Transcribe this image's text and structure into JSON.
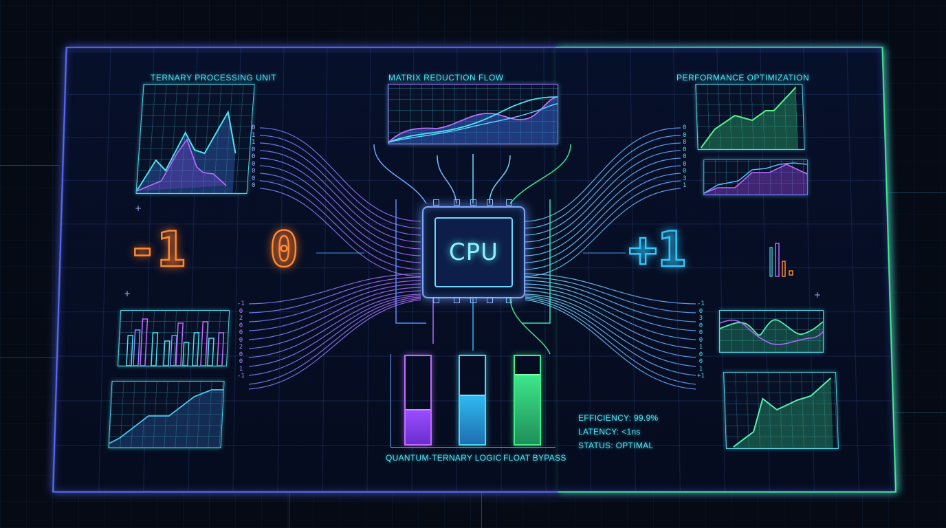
{
  "theme": {
    "background": "#050a14",
    "frame_left": "#5b6cff",
    "frame_right": "#3ef08a",
    "cyan": "#4fe3f0",
    "purple": "#b46cff",
    "orange": "#ff8a30",
    "blue": "#2fc8ff",
    "green": "#3ef08a"
  },
  "panels": {
    "left_title": "TERNARY PROCESSING UNIT",
    "center_title": "MATRIX REDUCTION FLOW",
    "right_title": "PERFORMANCE OPTIMIZATION"
  },
  "ternary_values": {
    "neg": "-1",
    "zero": "0",
    "pos": "+1"
  },
  "cpu": {
    "label": "CPU"
  },
  "digit_columns": {
    "left_top": [
      "0",
      "1",
      "1",
      "0",
      "0",
      "0",
      "0",
      "0",
      "0"
    ],
    "left_bottom": [
      "-1",
      "0",
      "2",
      "0",
      "0",
      "0",
      "2",
      "0",
      "0",
      "1",
      "-1"
    ],
    "right_top": [
      "0",
      "0",
      "8",
      "0",
      "0",
      "0",
      "0",
      "3",
      "1"
    ],
    "right_bottom": [
      "-1",
      "0",
      "3",
      "0",
      "0",
      "0",
      "1",
      "0",
      "0",
      "1",
      "+1"
    ]
  },
  "bars": [
    {
      "label": "QUANTUM-TERNARY LOGIC",
      "fill_pct": 38,
      "color": "#9a4dff"
    },
    {
      "label": "",
      "fill_pct": 55,
      "color": "#2fb8f0"
    },
    {
      "label": "FLOAT BYPASS",
      "fill_pct": 78,
      "color": "#3ee68a"
    }
  ],
  "bar_labels": {
    "left": "QUANTUM-TERNARY LOGIC",
    "right": "FLOAT BYPASS"
  },
  "stats": {
    "efficiency": "EFFICIENCY: 99.9%",
    "latency": "LATENCY: <1ns",
    "status": "STATUS: OPTIMAL"
  },
  "icons": {
    "crosshair": "+"
  }
}
